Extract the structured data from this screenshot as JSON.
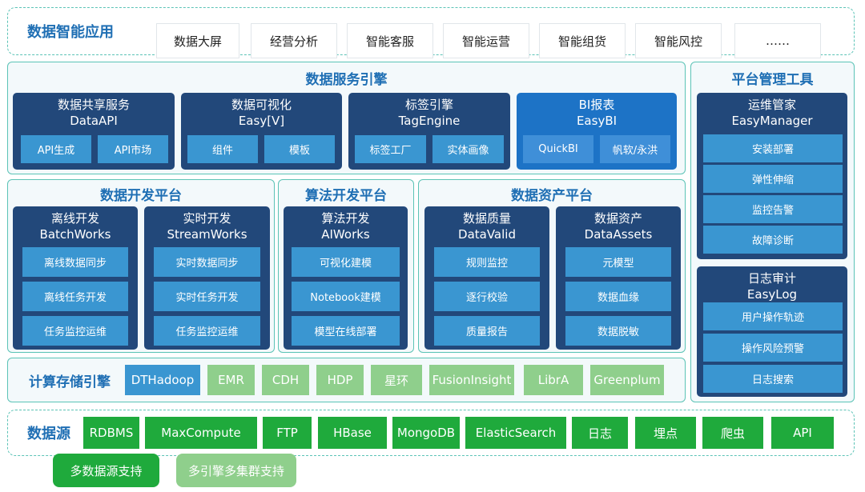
{
  "top_bar": {
    "title": "数据智能应用",
    "items": [
      "数据大屏",
      "经营分析",
      "智能客服",
      "智能运营",
      "智能组货",
      "智能风控",
      "……"
    ]
  },
  "service_engine": {
    "title": "数据服务引擎",
    "cards": [
      {
        "title1": "数据共享服务",
        "title2": "DataAPI",
        "items": [
          "API生成",
          "API市场"
        ]
      },
      {
        "title1": "数据可视化",
        "title2": "Easy[V]",
        "items": [
          "组件",
          "模板"
        ]
      },
      {
        "title1": "标签引擎",
        "title2": "TagEngine",
        "items": [
          "标签工厂",
          "实体画像"
        ]
      },
      {
        "title1": "BI报表",
        "title2": "EasyBI",
        "items": [
          "QuickBI",
          "帆软/永洪"
        ]
      }
    ]
  },
  "dev_platform": {
    "title": "数据开发平台",
    "cards": [
      {
        "title1": "离线开发",
        "title2": "BatchWorks",
        "items": [
          "离线数据同步",
          "离线任务开发",
          "任务监控运维"
        ]
      },
      {
        "title1": "实时开发",
        "title2": "StreamWorks",
        "items": [
          "实时数据同步",
          "实时任务开发",
          "任务监控运维"
        ]
      }
    ]
  },
  "algo_platform": {
    "title": "算法开发平台",
    "cards": [
      {
        "title1": "算法开发",
        "title2": "AIWorks",
        "items": [
          "可视化建模",
          "Notebook建模",
          "模型在线部署"
        ]
      }
    ]
  },
  "asset_platform": {
    "title": "数据资产平台",
    "cards": [
      {
        "title1": "数据质量",
        "title2": "DataValid",
        "items": [
          "规则监控",
          "逐行校验",
          "质量报告"
        ]
      },
      {
        "title1": "数据资产",
        "title2": "DataAssets",
        "items": [
          "元模型",
          "数据血缘",
          "数据脱敏"
        ]
      }
    ]
  },
  "compute": {
    "title": "计算存储引擎",
    "items": [
      "DTHadoop",
      "EMR",
      "CDH",
      "HDP",
      "星环",
      "FusionInsight",
      "LibrA",
      "Greenplum"
    ]
  },
  "data_source": {
    "title": "数据源",
    "items": [
      "RDBMS",
      "MaxCompute",
      "FTP",
      "HBase",
      "MongoDB",
      "ElasticSearch",
      "日志",
      "埋点",
      "爬虫",
      "API"
    ]
  },
  "mgmt": {
    "title": "平台管理工具",
    "cards": [
      {
        "title1": "运维管家",
        "title2": "EasyManager",
        "items": [
          "安装部署",
          "弹性伸缩",
          "监控告警",
          "故障诊断"
        ]
      },
      {
        "title1": "日志审计",
        "title2": "EasyLog",
        "items": [
          "用户操作轨迹",
          "操作风险预警",
          "日志搜索"
        ]
      }
    ]
  },
  "legend": {
    "multi_source": "多数据源支持",
    "multi_engine": "多引擎多集群支持"
  },
  "colors": {
    "card_dark": "#22487a",
    "card_bi": "#1d73c6",
    "cell_blue": "#3a96d1",
    "engine_green": "#8fcf8c",
    "source_green": "#1faa3c",
    "title_blue": "#1f6fb4",
    "border_teal": "#5bc3b6"
  }
}
